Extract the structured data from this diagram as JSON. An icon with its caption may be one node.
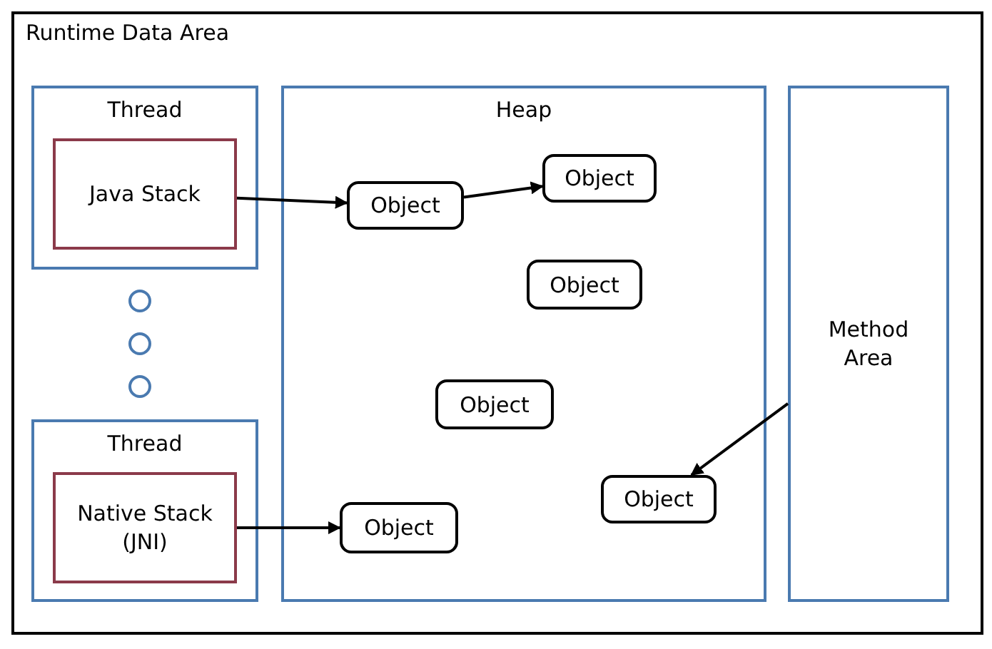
{
  "diagram": {
    "nodes": [
      {
        "text": [
          "Runtime Data Area"
        ]
      },
      {
        "text": [
          "Thread"
        ],
        "in": 0
      },
      {
        "text": [
          "Java Stack"
        ],
        "in": 1
      },
      {
        "text": [],
        "shape": "circle",
        "in": 0
      },
      {
        "text": [],
        "shape": "circle",
        "in": 0
      },
      {
        "text": [],
        "shape": "circle",
        "in": 0
      },
      {
        "text": [
          "Thread"
        ],
        "in": 0
      },
      {
        "text": [
          "Native Stack (JNI)"
        ],
        "in": 6
      },
      {
        "text": [
          "Heap"
        ],
        "in": 0
      },
      {
        "text": [
          "Object"
        ],
        "in": 8
      },
      {
        "text": [
          "Object"
        ],
        "in": 8
      },
      {
        "text": [
          "Object"
        ],
        "in": 8
      },
      {
        "text": [
          "Object"
        ],
        "in": 8
      },
      {
        "text": [
          "Object"
        ],
        "in": 8
      },
      {
        "text": [
          "Object"
        ],
        "in": 8
      },
      {
        "text": [
          "Method Area"
        ],
        "in": 0
      }
    ],
    "edges": [
      {
        "from": 2,
        "to": 9,
        "arrow": "to"
      },
      {
        "from": 9,
        "to": 10,
        "arrow": "to"
      },
      {
        "from": 7,
        "to": 14,
        "arrow": "to"
      },
      {
        "from": 15,
        "to": 13,
        "arrow": "to"
      }
    ]
  }
}
